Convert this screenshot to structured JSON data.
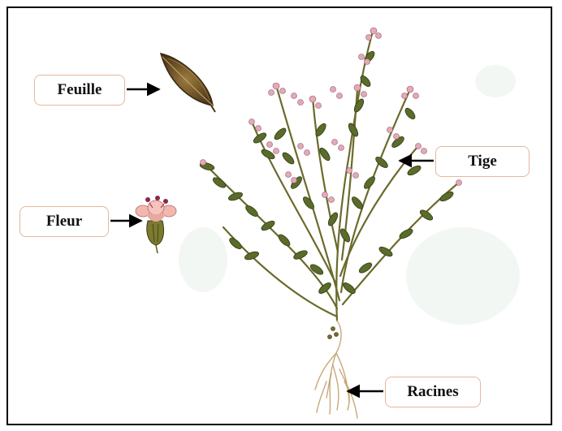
{
  "diagram": {
    "labels": {
      "leaf": "Feuille",
      "flower": "Fleur",
      "stem": "Tige",
      "roots": "Racines"
    }
  }
}
